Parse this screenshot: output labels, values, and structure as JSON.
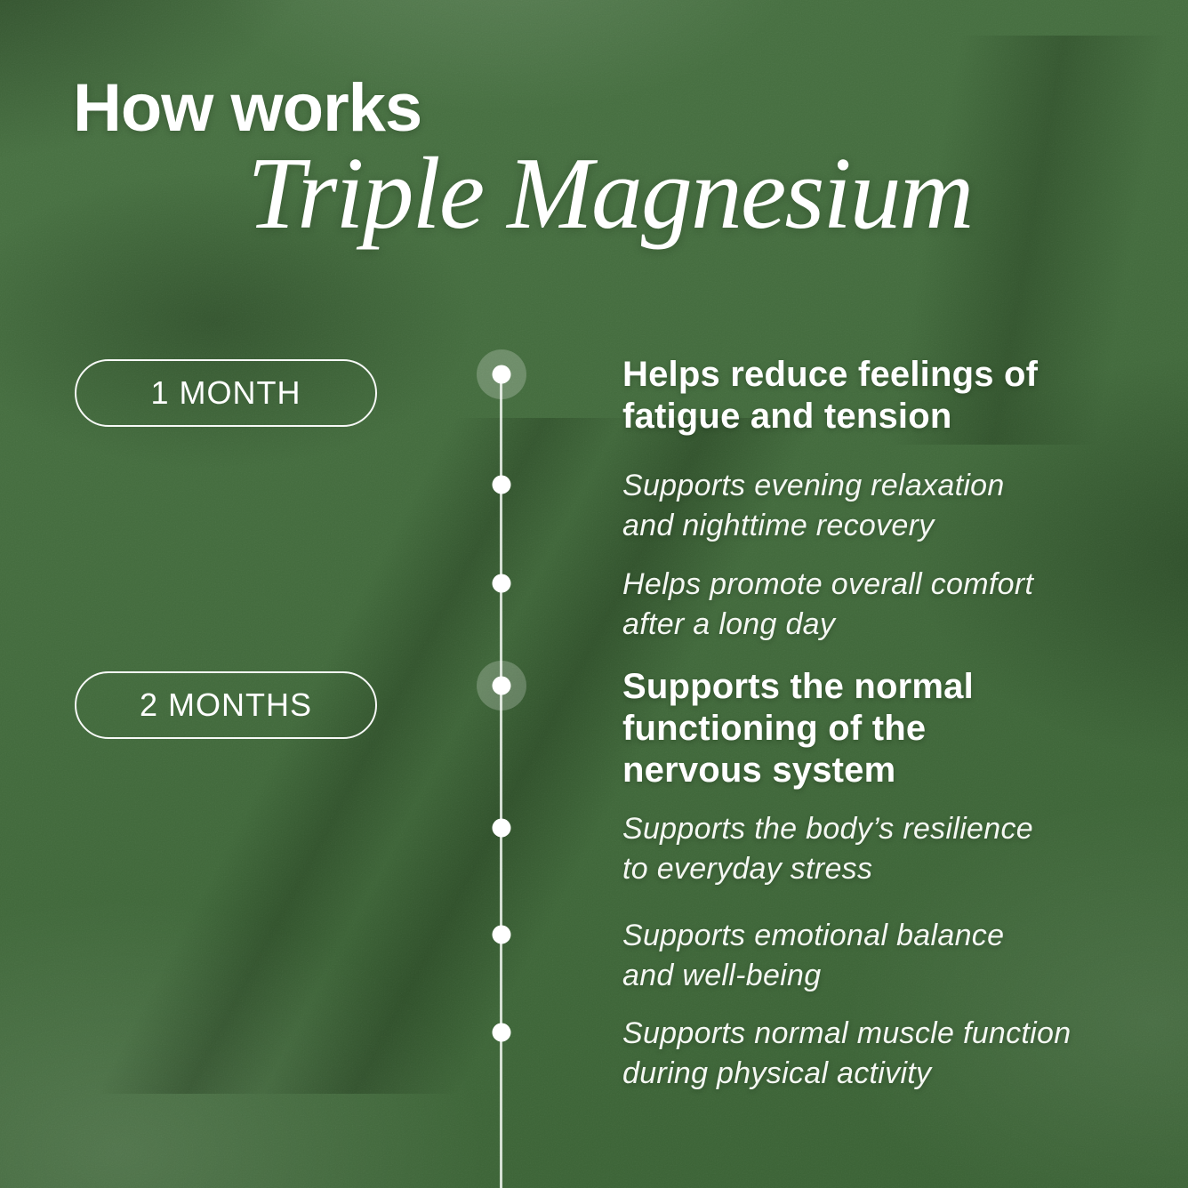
{
  "title": {
    "prefix": "How works",
    "product": "Triple Magnesium"
  },
  "colors": {
    "background_green": "#3f6a39",
    "fold_shadow_green": "#24401f",
    "text_white": "#ffffff",
    "timeline_line": "#f0f6ee"
  },
  "timeline": {
    "periods": [
      {
        "label": "1 MONTH"
      },
      {
        "label": "2 MONTHS"
      }
    ],
    "items": [
      {
        "text": "Helps reduce feelings of\nfatigue and tension",
        "style": "heading",
        "halo_dot": true
      },
      {
        "text": "Supports evening relaxation\nand nighttime recovery",
        "style": "italic",
        "halo_dot": false
      },
      {
        "text": "Helps promote overall comfort\nafter a long day",
        "style": "italic",
        "halo_dot": false
      },
      {
        "text": "Supports the normal\nfunctioning of the\nnervous system",
        "style": "heading",
        "halo_dot": true
      },
      {
        "text": "Supports the body’s resilience\nto everyday stress",
        "style": "italic",
        "halo_dot": false
      },
      {
        "text": "Supports emotional balance\nand well-being",
        "style": "italic",
        "halo_dot": false
      },
      {
        "text": "Supports normal muscle function\nduring physical activity",
        "style": "italic",
        "halo_dot": false
      }
    ]
  }
}
